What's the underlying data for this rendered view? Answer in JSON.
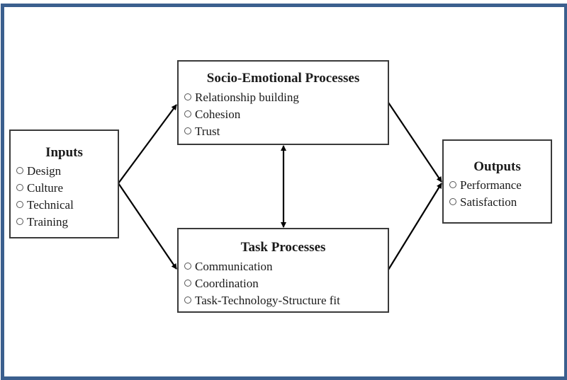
{
  "diagram": {
    "frame_color": "#3b5f8e",
    "nodes": {
      "inputs": {
        "title": "Inputs",
        "items": [
          "Design",
          "Culture",
          "Technical",
          "Training"
        ]
      },
      "socio_emotional": {
        "title": "Socio-Emotional Processes",
        "items": [
          "Relationship building",
          "Cohesion",
          "Trust"
        ]
      },
      "task": {
        "title": "Task Processes",
        "items": [
          "Communication",
          "Coordination",
          "Task-Technology-Structure fit"
        ]
      },
      "outputs": {
        "title": "Outputs",
        "items": [
          "Performance",
          "Satisfaction"
        ]
      }
    },
    "edges": [
      {
        "from": "inputs",
        "to": "socio_emotional",
        "type": "directed"
      },
      {
        "from": "inputs",
        "to": "task",
        "type": "directed"
      },
      {
        "from": "socio_emotional",
        "to": "task",
        "type": "bidirectional"
      },
      {
        "from": "socio_emotional",
        "to": "outputs",
        "type": "directed"
      },
      {
        "from": "task",
        "to": "outputs",
        "type": "directed"
      }
    ]
  }
}
